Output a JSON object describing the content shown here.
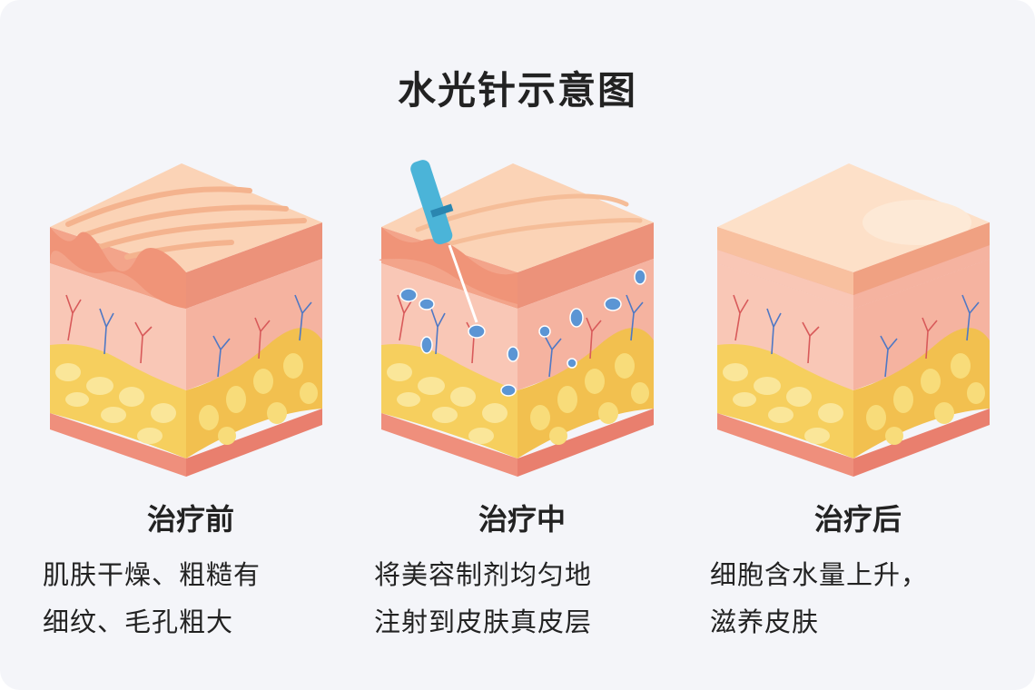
{
  "title": "水光针示意图",
  "panels": [
    {
      "label": "治疗前",
      "desc_lines": [
        "肌肤干燥、粗糙有",
        "细纹、毛孔粗大"
      ]
    },
    {
      "label": "治疗中",
      "desc_lines": [
        "将美容制剂均匀地",
        "注射到皮肤真皮层"
      ]
    },
    {
      "label": "治疗后",
      "desc_lines": [
        "细胞含水量上升，",
        "滋养皮肤"
      ]
    }
  ],
  "colors": {
    "background": "#f4f5f9",
    "epidermis": "#f3a48a",
    "dermis": "#f9c7b6",
    "fat": "#f6cf5e",
    "needle": "#4bb4d8",
    "water": "#5b95d4"
  }
}
